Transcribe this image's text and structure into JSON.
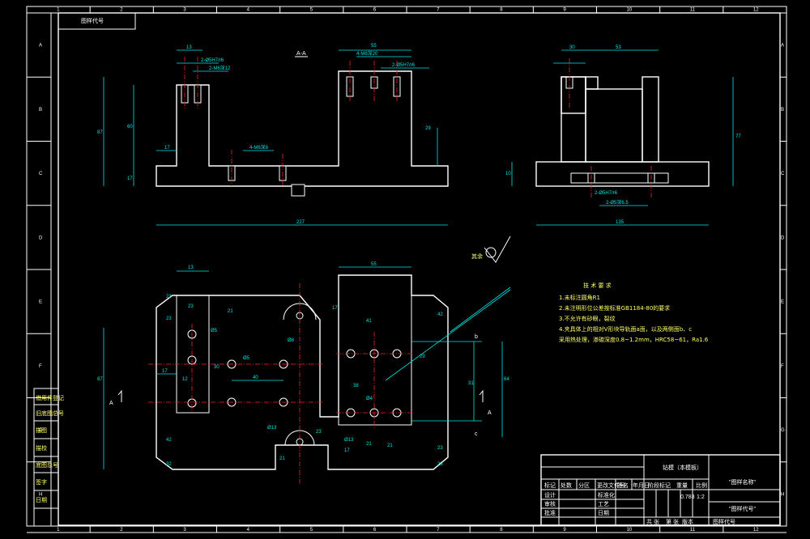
{
  "sheet": {
    "columns": [
      "1",
      "2",
      "3",
      "4",
      "5",
      "6",
      "7",
      "8",
      "9",
      "10",
      "11",
      "12"
    ],
    "rows": [
      "A",
      "B",
      "C",
      "D",
      "E",
      "F",
      "G",
      "H"
    ]
  },
  "front_view": {
    "section_label": "A-A",
    "dims": [
      "13",
      "4-M6深20",
      "55",
      "2-Ø5H7/r6",
      "2-M6深12",
      "2-Ø5H7/r6",
      "87",
      "60",
      "29",
      "17",
      "4-M6深8",
      "17",
      "227"
    ]
  },
  "side_view": {
    "dims": [
      "30",
      "53",
      "77",
      "10",
      "2-Ø5H7/r6",
      "2-Ø5深6.5",
      "135"
    ]
  },
  "plan_view": {
    "dims": [
      "13",
      "55",
      "23",
      "23",
      "21",
      "17",
      "41",
      "Ø5",
      "87",
      "17",
      "64",
      "30",
      "Ø5",
      "29",
      "Ø8",
      "31",
      "12",
      "40",
      "Ø4",
      "Ø13",
      "38",
      "42",
      "21",
      "17",
      "21",
      "32",
      "23",
      "23",
      "23",
      "Ø13",
      "21",
      "42",
      "23"
    ],
    "section_marks": [
      "A",
      "A"
    ],
    "ref_marks": [
      "b",
      "c"
    ]
  },
  "roughness_label": "其余",
  "tech_requirements": {
    "title": "技 术 要 求",
    "items": [
      "1.未标注圆角R1",
      "2.未注明形位公差按标准GB1184-80的要求",
      "3.不允许有砂眼，裂纹",
      "4.夹具体上的相对V形块导轨面a面，以及两侧面b、c",
      "采用热处理，渗碳深度0.8~1.2mm，HRC58~61，Ra1.6"
    ]
  },
  "title_block": {
    "part_name": "钻模（本模板）",
    "left_labels": [
      "标记",
      "处数",
      "分区",
      "更改文件号",
      "签名",
      "年月日"
    ],
    "row_labels": [
      "设计",
      "审核",
      "工艺",
      "批准",
      "标准化",
      "日期"
    ],
    "stage_label": "阶段标记",
    "weight_label": "重量",
    "scale_label": "比例",
    "scale_value": "1:2",
    "weight_value": "0.783",
    "sheet_info": [
      "共 张",
      "第 张"
    ],
    "version_label": "版本",
    "code_label": "图样代号",
    "drawing_code": "\"图样代号\"",
    "material_label": "\"图样名称\""
  },
  "top_left_box": {
    "label": "图样代号"
  },
  "left_strip": {
    "items": [
      "借用件登记",
      "旧底图总号",
      "描图",
      "描校",
      "底图总号",
      "签字",
      "日期"
    ]
  }
}
